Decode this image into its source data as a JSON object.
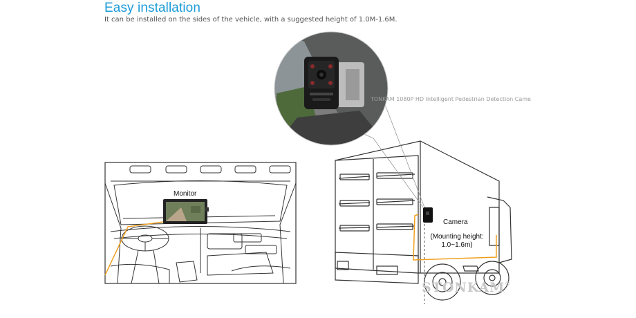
{
  "header": {
    "title": "Easy installation",
    "subtitle": "It can be installed on the sides of the vehicle, with a suggested height of 1.0M-1.6M."
  },
  "labels": {
    "monitor": "Monitor",
    "camera": "Camera",
    "mounting_line1": "(Mounting height:",
    "mounting_line2": "1.0~1.6m)"
  },
  "photo": {
    "caption": "TONKAM 1080P HD Intelligent Pedestrian Detection Came"
  },
  "watermark": {
    "brand": "STONKAM",
    "mark": "®"
  },
  "colors": {
    "title": "#1a9bd7",
    "wire": "#f0a020",
    "line_art": "#333333"
  }
}
